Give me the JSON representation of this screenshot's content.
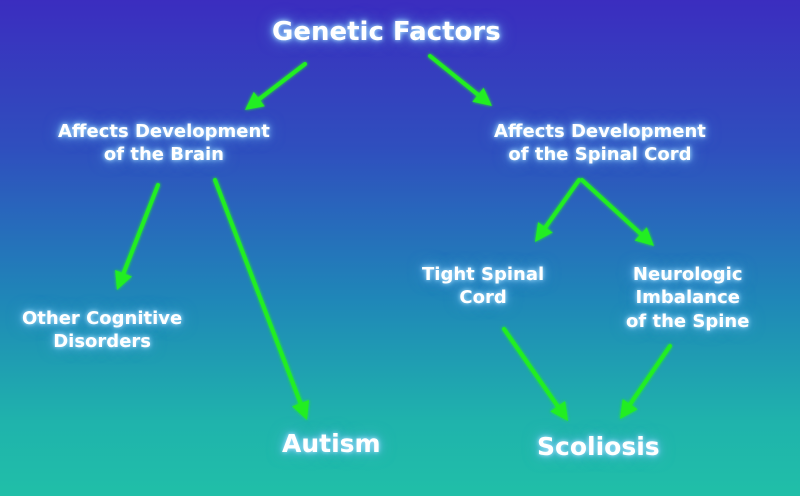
{
  "colors": {
    "arrow": "#22ee22",
    "text": "#ffffff",
    "bg_top": "#3b2dbf",
    "bg_bottom": "#20bfa8"
  },
  "nodes": {
    "genetic": {
      "lines": [
        "Genetic Factors"
      ]
    },
    "brain": {
      "lines": [
        "Affects Development",
        "of the Brain"
      ]
    },
    "spinal_cord": {
      "lines": [
        "Affects Development",
        "of the Spinal Cord"
      ]
    },
    "other_cognitive": {
      "lines": [
        "Other Cognitive",
        "Disorders"
      ]
    },
    "autism": {
      "lines": [
        "Autism"
      ]
    },
    "tight_cord": {
      "lines": [
        "Tight Spinal",
        "Cord"
      ]
    },
    "neuro_imbalance": {
      "lines": [
        "Neurologic",
        "Imbalance",
        "of the Spine"
      ]
    },
    "scoliosis": {
      "lines": [
        "Scoliosis"
      ]
    }
  },
  "edges": [
    {
      "from": "genetic",
      "to": "brain"
    },
    {
      "from": "genetic",
      "to": "spinal_cord"
    },
    {
      "from": "brain",
      "to": "other_cognitive"
    },
    {
      "from": "brain",
      "to": "autism"
    },
    {
      "from": "spinal_cord",
      "to": "tight_cord"
    },
    {
      "from": "spinal_cord",
      "to": "neuro_imbalance"
    },
    {
      "from": "tight_cord",
      "to": "scoliosis"
    },
    {
      "from": "neuro_imbalance",
      "to": "scoliosis"
    }
  ]
}
